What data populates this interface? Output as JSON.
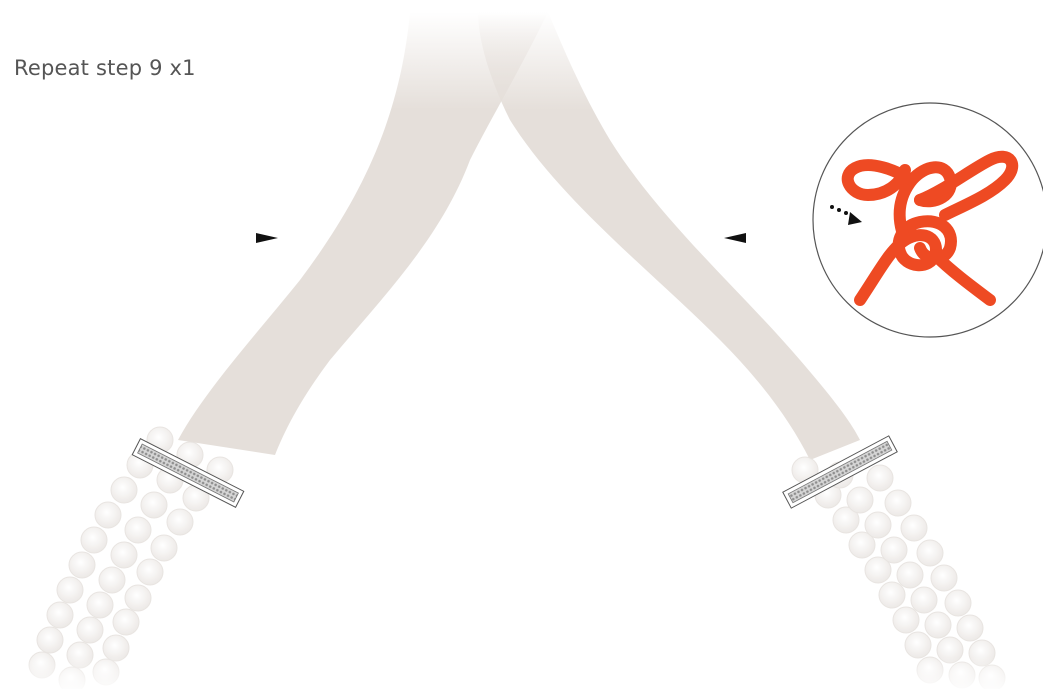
{
  "instruction": {
    "text": "Repeat step 9 x1"
  },
  "colors": {
    "ribbon": "#e5dfda",
    "pearl": "#f2f0ee",
    "clasp": "#9a9a9a",
    "arrowhead": "#111111",
    "knot_cord": "#ee4a23",
    "inset_border": "#555555"
  },
  "icons": {
    "left_pointer": "triangle-right",
    "right_pointer": "triangle-left",
    "inset_arrow": "dotted-arrow-right"
  }
}
